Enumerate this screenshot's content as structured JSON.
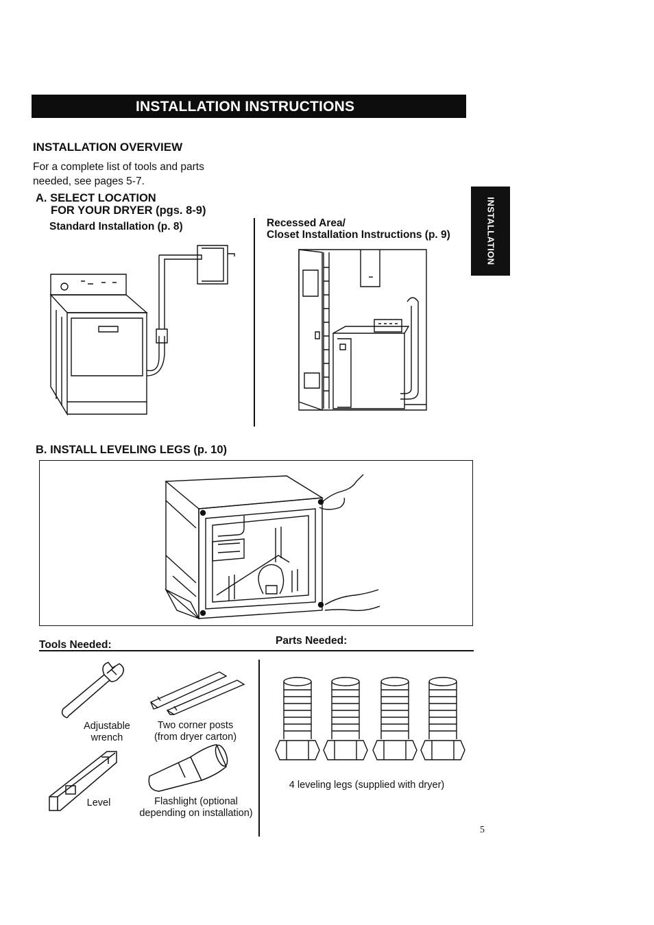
{
  "page": {
    "banner_title": "INSTALLATION INSTRUCTIONS",
    "side_tab": "INSTALLATION",
    "page_number": "5"
  },
  "overview": {
    "heading": "INSTALLATION OVERVIEW",
    "intro_line1": "For a complete list of tools and parts",
    "intro_line2": "needed, see pages 5-7."
  },
  "section_a": {
    "heading_line1": "A. SELECT LOCATION",
    "heading_line2": "FOR YOUR DRYER (pgs. 8-9)",
    "standard_label": "Standard Installation (p. 8)",
    "recessed_label_line1": "Recessed Area/",
    "recessed_label_line2": "Closet Installation Instructions (p. 9)"
  },
  "section_b": {
    "heading": "B. INSTALL LEVELING LEGS (p. 10)"
  },
  "tools": {
    "heading": "Tools Needed:",
    "wrench_line1": "Adjustable",
    "wrench_line2": "wrench",
    "posts_line1": "Two corner posts",
    "posts_line2": "(from dryer carton)",
    "level": "Level",
    "flashlight_line1": "Flashlight (optional",
    "flashlight_line2": "depending on installation)"
  },
  "parts": {
    "heading": "Parts Needed:",
    "legs_caption": "4 leveling legs (supplied with dryer)"
  }
}
